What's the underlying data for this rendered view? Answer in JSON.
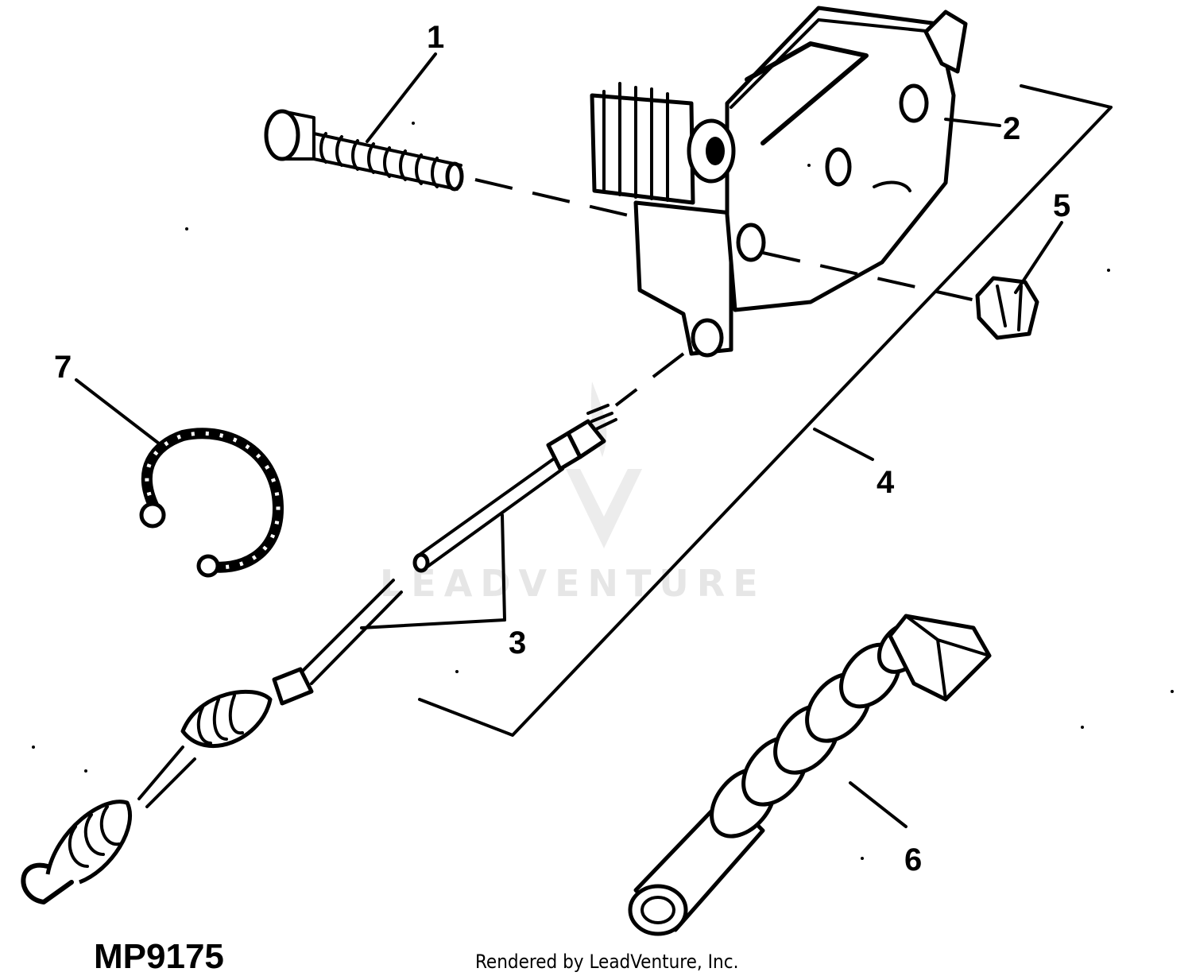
{
  "diagram": {
    "figure_id": "MP9175",
    "credit": "Rendered by LeadVenture, Inc.",
    "watermark": "LEADVENTURE",
    "callouts": {
      "c1": "1",
      "c2": "2",
      "c3": "3",
      "c4": "4",
      "c5": "5",
      "c6": "6",
      "c7": "7"
    }
  }
}
